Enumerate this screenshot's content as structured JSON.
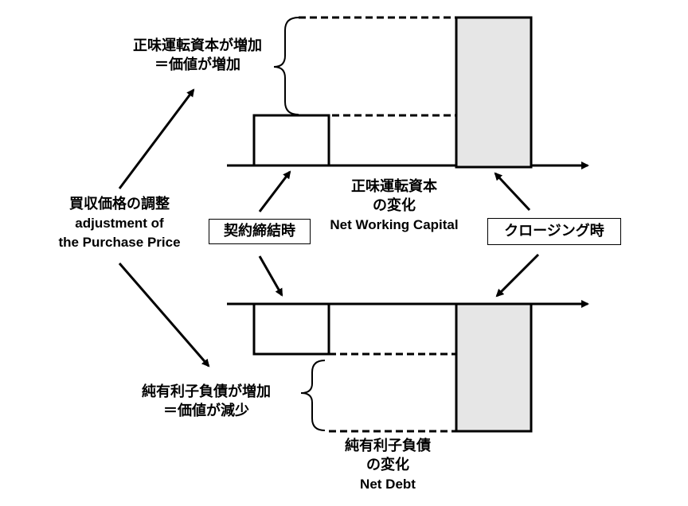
{
  "top_note": {
    "line1": "正味運転資本が増加",
    "line2": "＝価値が増加"
  },
  "center_left": {
    "line1": "買収価格の調整",
    "line2": "adjustment of",
    "line3": "the Purchase Price"
  },
  "box_signing": {
    "label": "契約締結時"
  },
  "box_closing": {
    "label": "クロージング時"
  },
  "nwc_label": {
    "line1": "正味運転資本",
    "line2": "の変化",
    "line3": "Net Working Capital"
  },
  "bottom_note": {
    "line1": "純有利子負債が増加",
    "line2": "＝価値が減少"
  },
  "nd_label": {
    "line1": "純有利子負債",
    "line2": "の変化",
    "line3": "Net Debt"
  },
  "colors": {
    "closing_fill": "#e6e6e6",
    "stroke": "#000000"
  }
}
